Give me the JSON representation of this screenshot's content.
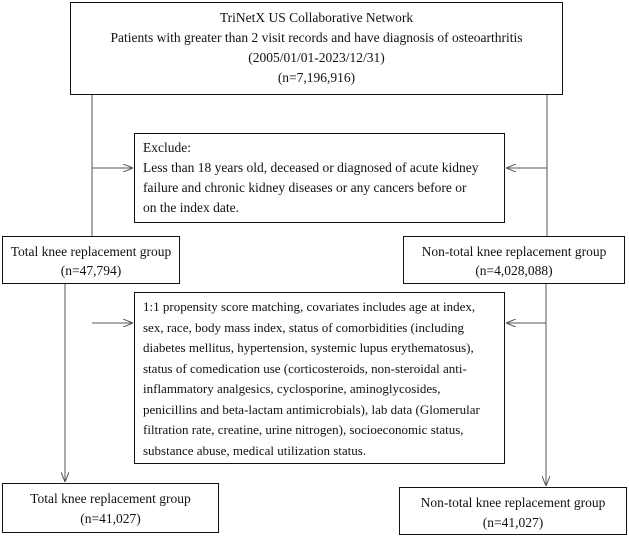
{
  "top_box": {
    "lines": [
      "TriNetX US Collaborative Network",
      "Patients with greater than 2 visit records and have diagnosis of osteoarthritis",
      "(2005/01/01-2023/12/31)",
      "(n=7,196,916)"
    ]
  },
  "exclude_box": {
    "lines": [
      "Exclude:",
      "Less than 18 years old, deceased or diagnosed of acute kidney",
      "failure and chronic kidney diseases or any cancers before or",
      "on the index date."
    ]
  },
  "tkr_group_initial": {
    "title": "Total knee replacement group",
    "count": "(n=47,794)"
  },
  "non_tkr_group_initial": {
    "title": "Non-total knee replacement group",
    "count": "(n=4,028,088)"
  },
  "matching_box": {
    "lines": [
      "1:1 propensity score matching, covariates includes age at index,",
      "sex, race, body mass index, status of comorbidities (including",
      "diabetes mellitus, hypertension, systemic lupus erythematosus),",
      "status of comedication use (corticosteroids, non-steroidal anti-",
      "inflammatory analgesics, cyclosporine, aminoglycosides,",
      "penicillins and beta-lactam antimicrobials), lab data (Glomerular",
      "filtration rate, creatine, urine nitrogen), socioeconomic status,",
      "substance abuse, medical utilization status."
    ]
  },
  "tkr_group_matched": {
    "title": "Total knee replacement group",
    "count": "(n=41,027)"
  },
  "non_tkr_group_matched": {
    "title": "Non-total knee replacement group",
    "count": "(n=41,027)"
  },
  "colors": {
    "line": "#555555",
    "border": "#111111",
    "text": "#111111"
  }
}
